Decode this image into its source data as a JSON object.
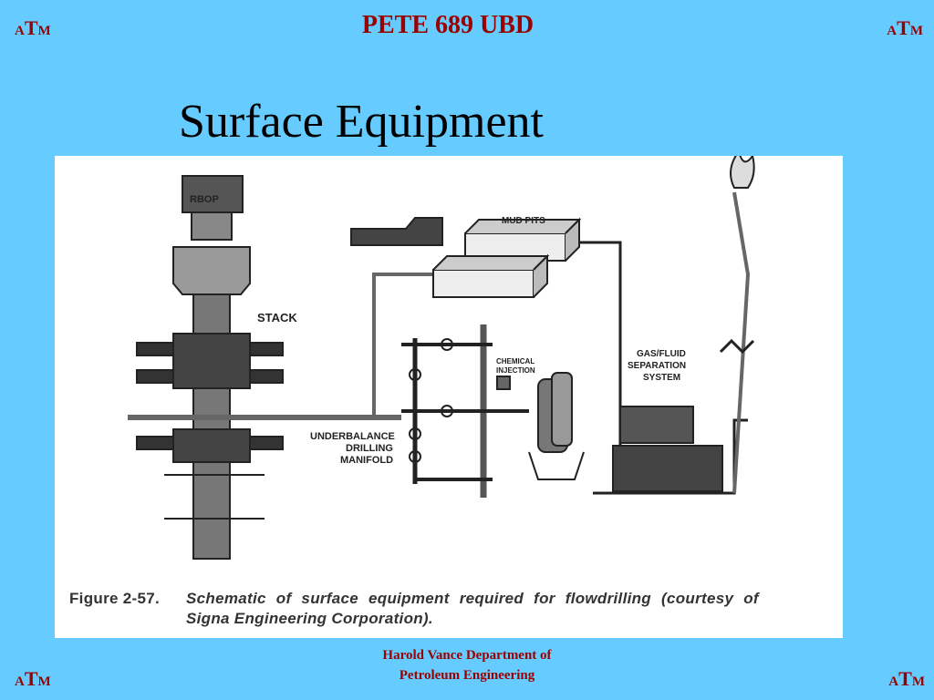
{
  "header": {
    "logo_a": "A",
    "logo_t": "T",
    "logo_m": "M",
    "course": "PETE 689 UBD"
  },
  "slide": {
    "title": "Surface Equipment"
  },
  "figure": {
    "labels": {
      "rbop": "RBOP",
      "stack": "STACK",
      "mud_pits": "MUD PITS",
      "chemical": "CHEMICAL",
      "injection": "INJECTION",
      "gas_fluid": "GAS/FLUID",
      "separation": "SEPARATION",
      "system": "SYSTEM",
      "manifold_1": "UNDERBALANCE",
      "manifold_2": "DRILLING",
      "manifold_3": "MANIFOLD"
    },
    "caption_number": "Figure 2-57.",
    "caption_line1": "Schematic of surface equipment required for flowdrilling (courtesy of",
    "caption_line2": "Signa Engineering Corporation)."
  },
  "footer": {
    "line1": "Harold Vance Department of",
    "line2": "Petroleum Engineering"
  },
  "colors": {
    "background": "#66ccff",
    "accent": "#990000",
    "figure_bg": "#ffffff"
  }
}
